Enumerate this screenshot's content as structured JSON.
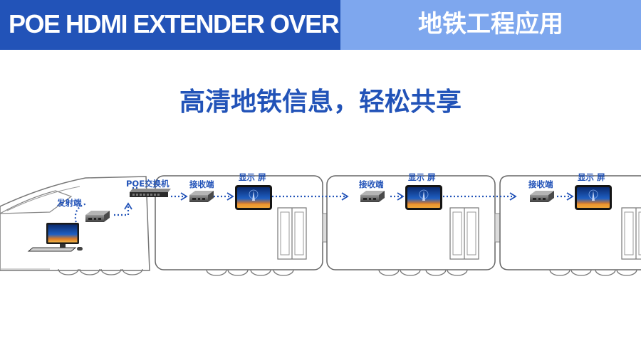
{
  "header": {
    "title": "POE HDMI EXTENDER OVER IP",
    "subtitle": "地铁工程应用"
  },
  "headline": "高清地铁信息，轻松共享",
  "diagram": {
    "sender_label": "发射端",
    "switch_label": "POE交换机",
    "receiver_label": "接收端",
    "display_label": "显示 屏"
  },
  "colors": {
    "banner_dark": "#2253b8",
    "banner_light": "#7ea7ee",
    "accent_blue": "#2253b8",
    "train_outline": "#555555"
  }
}
